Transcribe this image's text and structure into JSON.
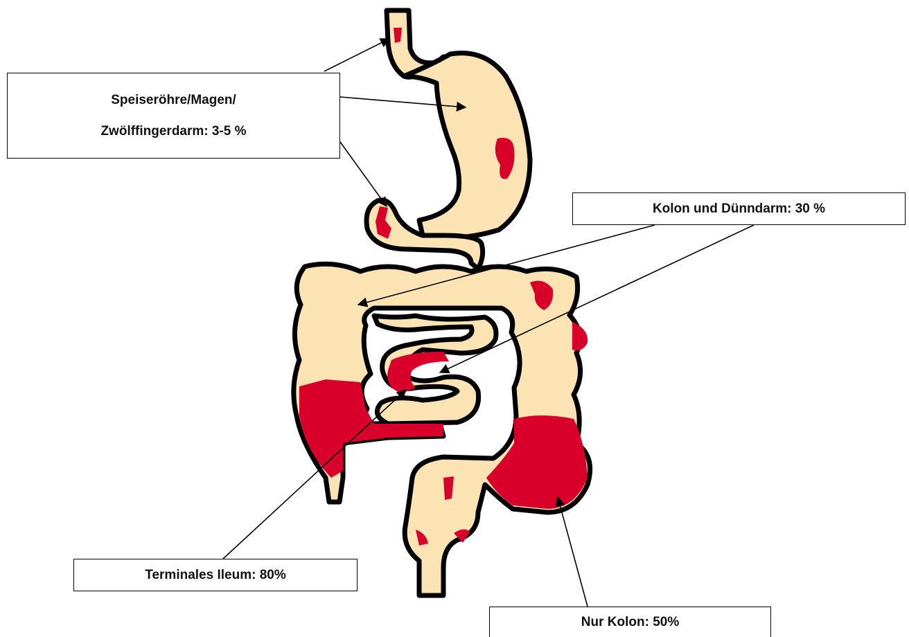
{
  "labels": {
    "stomach_line1": "Speiseröhre/Magen/",
    "stomach_line2": "Zwölffingerdarm: 3-5 %",
    "colon_small_intestine": "Kolon und Dünndarm: 30 %",
    "terminal_ileum": "Terminales Ileum: 80%",
    "colon_only": "Nur Kolon: 50%"
  },
  "colors": {
    "tissue": "#fbe3b4",
    "inflamed": "#d8002a",
    "outline": "#000000"
  }
}
